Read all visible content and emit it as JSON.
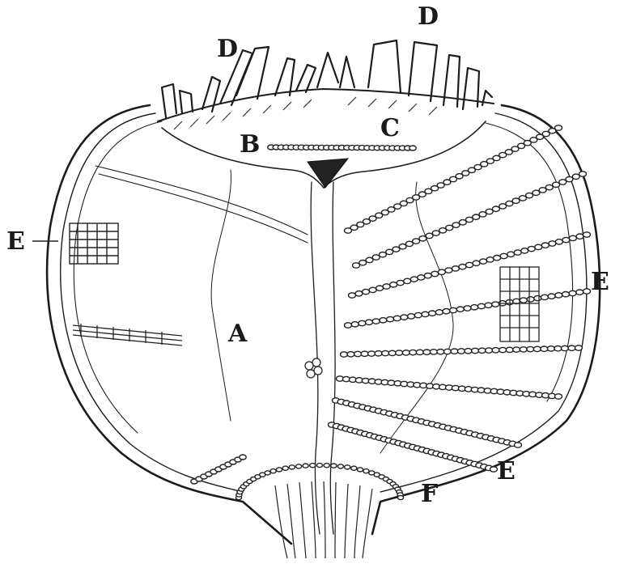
{
  "figure": {
    "labels": {
      "top_left": "D",
      "top_right": "D",
      "b": "B",
      "c": "C",
      "e_left": "E",
      "e_right": "E",
      "a": "A",
      "e_bottom": "E",
      "f": "F"
    }
  }
}
